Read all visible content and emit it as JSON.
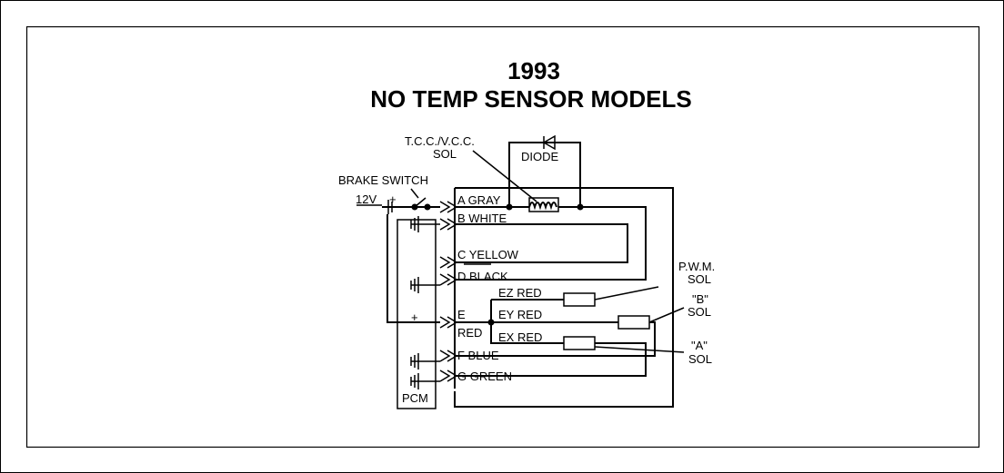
{
  "title": {
    "line1": "1993",
    "line2": "NO TEMP SENSOR MODELS"
  },
  "labels": {
    "tcc_line1": "T.C.C./V.C.C.",
    "tcc_line2": "SOL",
    "diode": "DIODE",
    "brake_switch": "BRAKE SWITCH",
    "supply": "12V",
    "plus": "+",
    "pwm_line1": "P.W.M.",
    "pwm_line2": "SOL",
    "b_line1": "\"B\"",
    "b_line2": "SOL",
    "a_line1": "\"A\"",
    "a_line2": "SOL",
    "pcm": "PCM"
  },
  "pins": {
    "a": "A GRAY",
    "b": "B WHITE",
    "c": "C YELLOW",
    "d": "D BLACK",
    "e": "E",
    "e_color": "RED",
    "f": "F BLUE",
    "g": "G GREEN"
  },
  "branches": {
    "ez": "EZ RED",
    "ey": "EY RED",
    "ex": "EX RED"
  }
}
